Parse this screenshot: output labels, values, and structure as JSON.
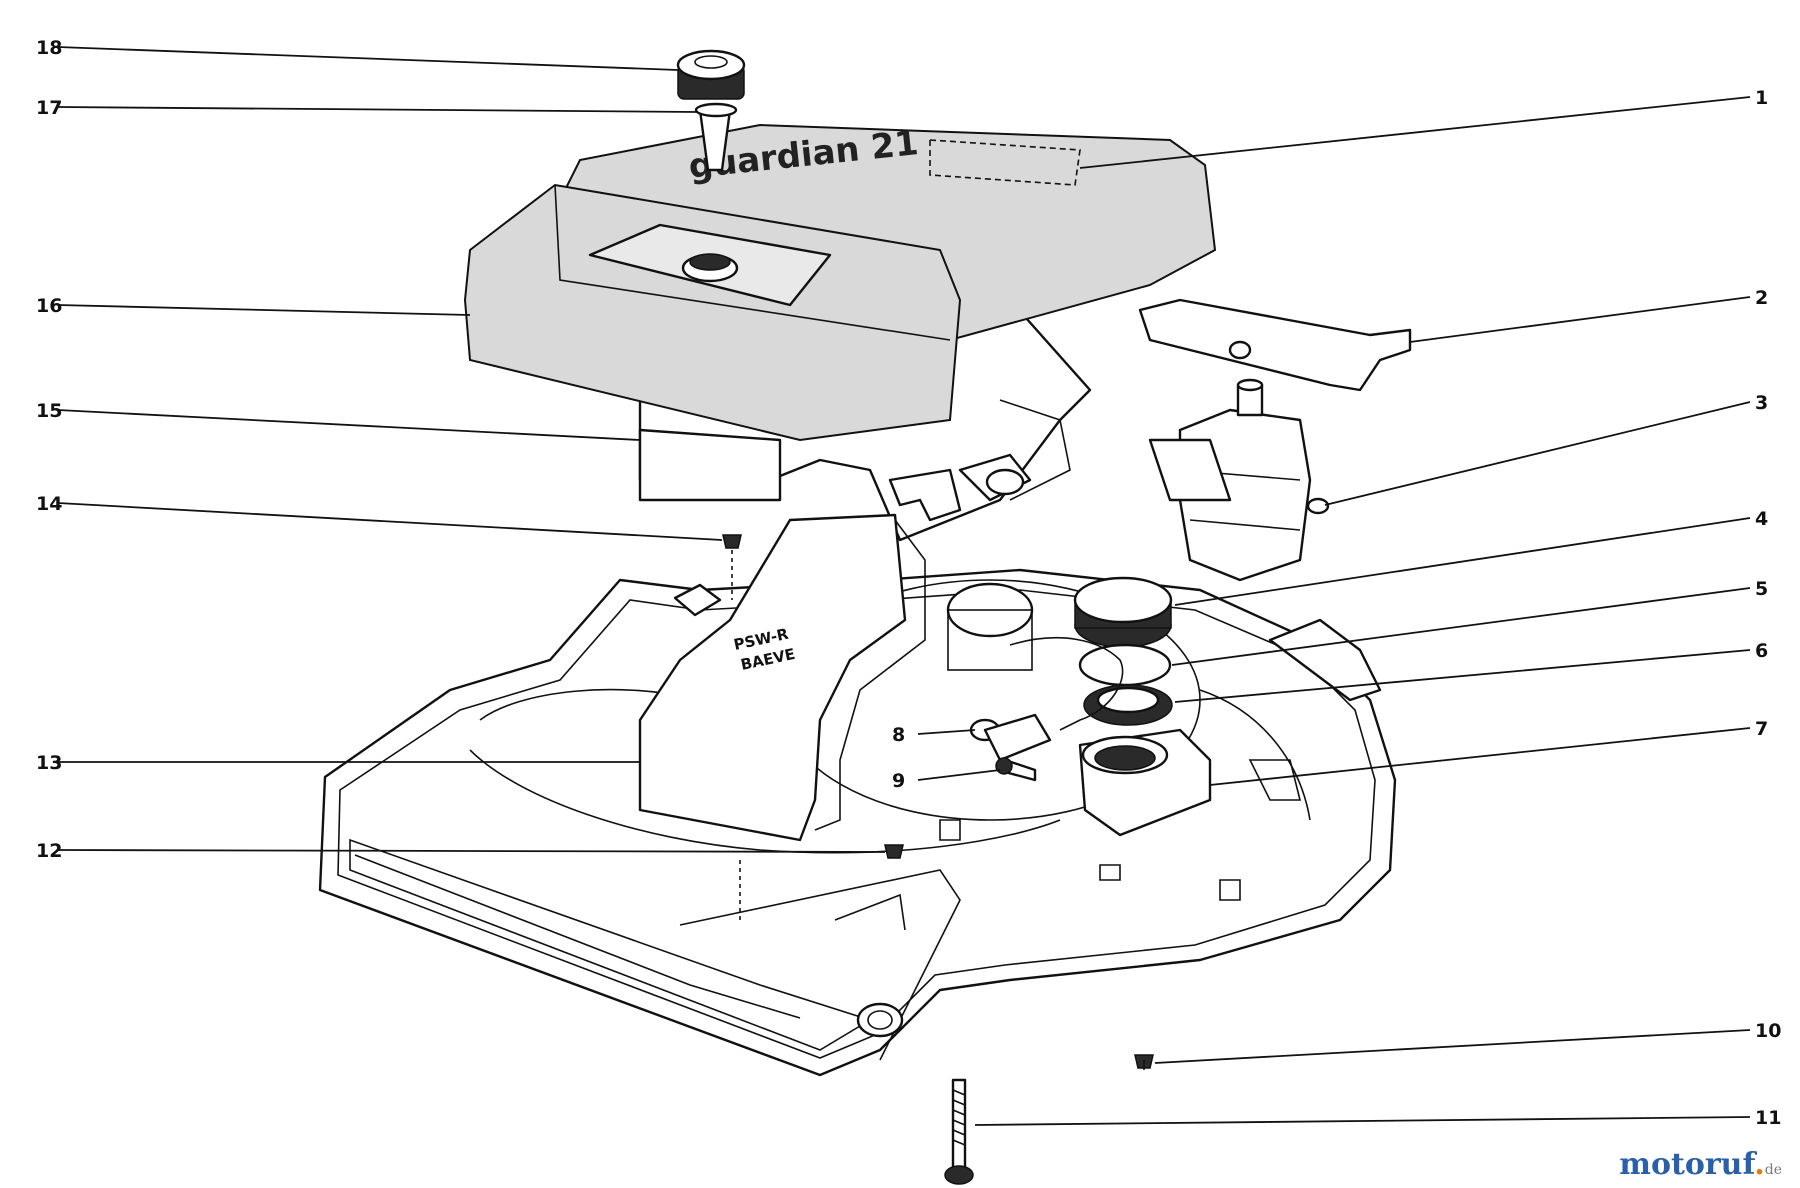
{
  "callouts": [
    "1",
    "2",
    "3",
    "4",
    "5",
    "6",
    "7",
    "8",
    "9",
    "10",
    "11",
    "12",
    "13",
    "14",
    "15",
    "16",
    "17",
    "18"
  ],
  "brand_text": "guardian 21",
  "chute_text": [
    "PSW-R",
    "BAEVE"
  ],
  "watermark": {
    "main": "motoruf",
    "accent": ".",
    "suffix": "de"
  }
}
